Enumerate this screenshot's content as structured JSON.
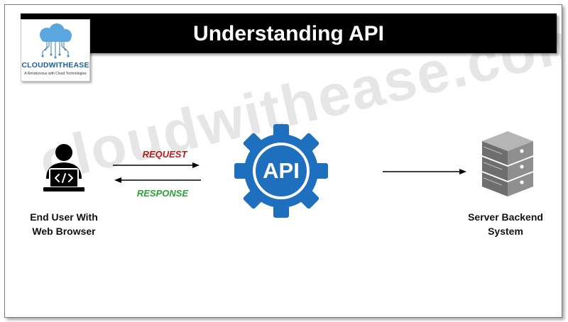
{
  "title": "Understanding API",
  "logo": {
    "name": "CLOUDWITHEASE",
    "tagline": "A Rendezvous with Cloud Technologies"
  },
  "watermark": "cloudwithease.com",
  "nodes": {
    "user": {
      "label_line1": "End User With",
      "label_line2": "Web Browser",
      "icon": "user-laptop-code-icon"
    },
    "api": {
      "label": "API",
      "icon": "gear-icon"
    },
    "server": {
      "label_line1": "Server Backend",
      "label_line2": "System",
      "icon": "server-stack-icon"
    }
  },
  "arrows": {
    "request": "REQUEST",
    "response": "RESPONSE"
  },
  "colors": {
    "title_bar": "#000000",
    "request": "#b31d1d",
    "response": "#2ea13a",
    "gear": "#1f6fbf",
    "server": "#8f8f8f"
  }
}
